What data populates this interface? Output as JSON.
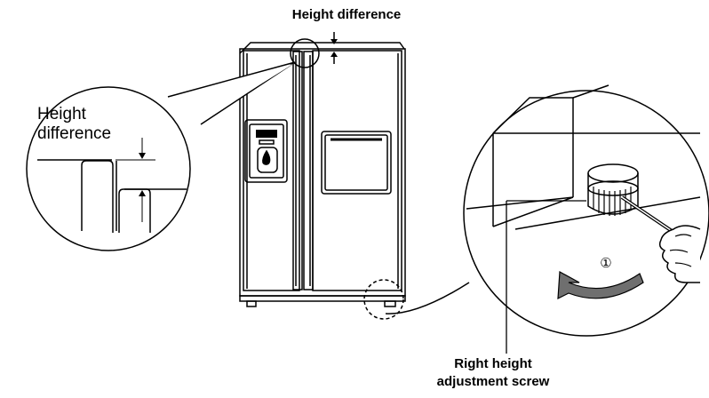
{
  "labels": {
    "top_height_difference": "Height  difference",
    "zoom_height": "Height",
    "zoom_difference": "difference",
    "screw_line1": "Right height",
    "screw_line2": "adjustment screw",
    "step_marker": "①"
  },
  "colors": {
    "line": "#000000",
    "fill": "#ffffff",
    "arrow_fill": "#6f6f6f"
  },
  "icons": {
    "rotation_arrow": "curved-arrow-icon",
    "screwdriver": "screwdriver-icon",
    "hand": "hand-icon",
    "water_drop": "water-drop-icon"
  }
}
